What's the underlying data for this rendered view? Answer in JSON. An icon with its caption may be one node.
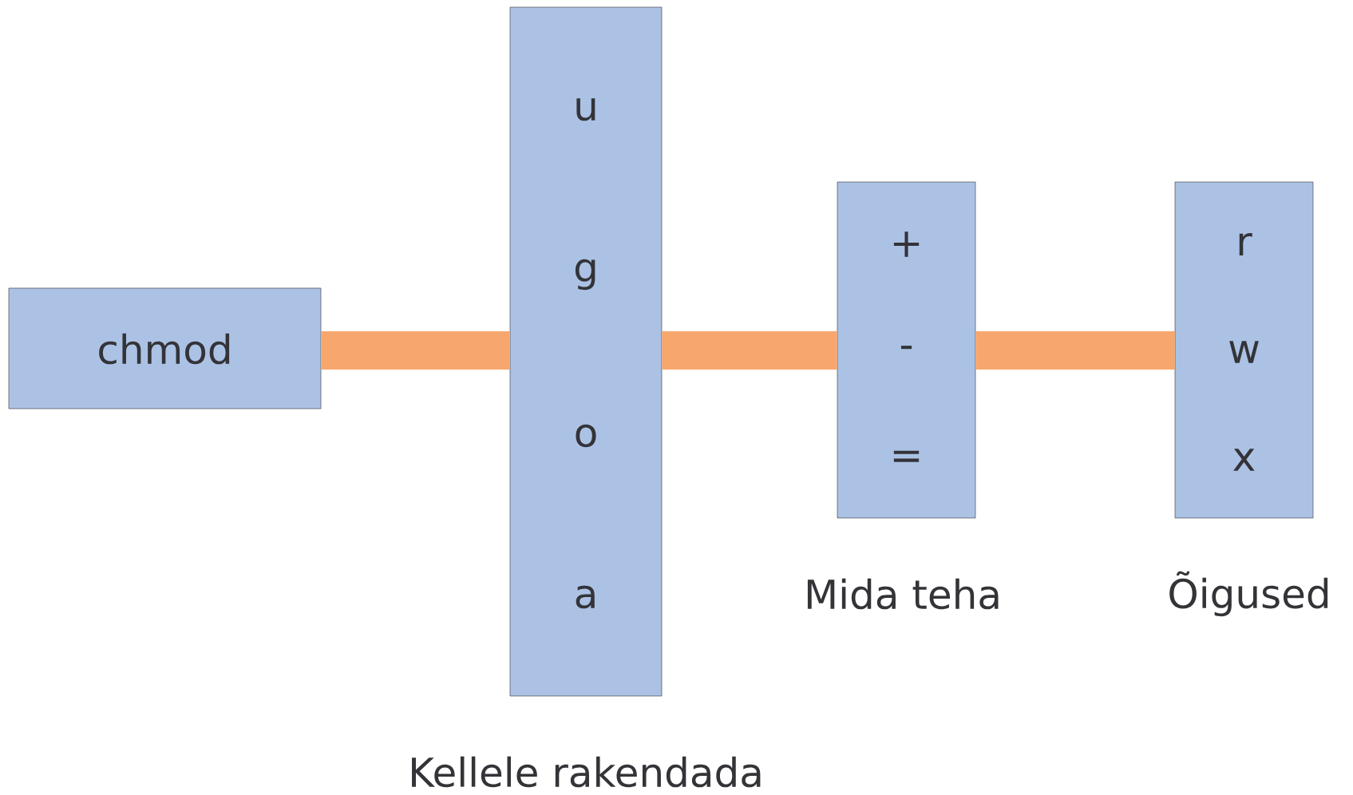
{
  "diagram": {
    "nodes": [
      {
        "text": [
          "chmod"
        ]
      },
      {
        "text": [
          "u",
          "g",
          "o",
          "a"
        ],
        "beside": [
          "Kellele rakendada"
        ]
      },
      {
        "text": [
          "+",
          "-",
          "="
        ],
        "beside": [
          "Mida teha"
        ]
      },
      {
        "text": [
          "r",
          "w",
          "x"
        ],
        "beside": [
          "Õigused"
        ]
      }
    ],
    "edges": [
      {
        "from": 0,
        "to": 1,
        "arrow": "none"
      },
      {
        "from": 1,
        "to": 2,
        "arrow": "none"
      },
      {
        "from": 2,
        "to": 3,
        "arrow": "none"
      }
    ]
  }
}
